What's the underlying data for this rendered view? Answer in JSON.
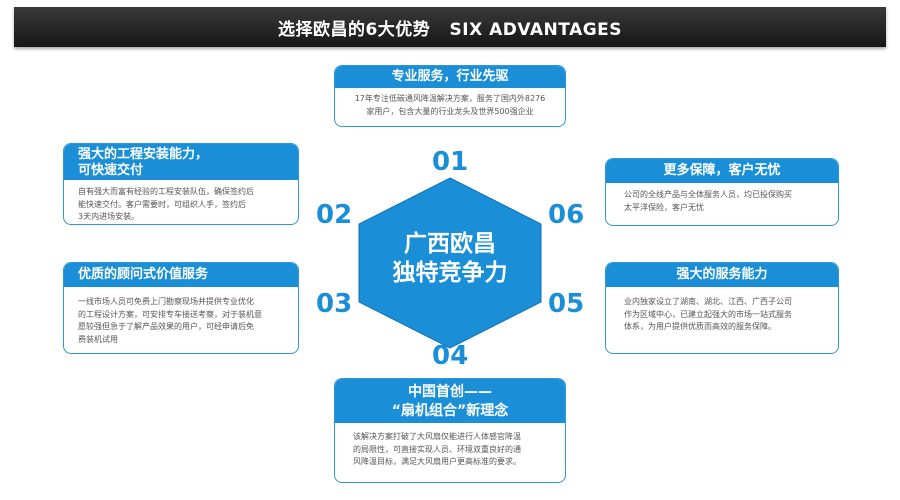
{
  "header": {
    "title": "选择欧昌的6大优势   SIX ADVANTAGES"
  },
  "center": {
    "line1": "广西欧昌",
    "line2": "独特竞争力"
  },
  "numbers": [
    "01",
    "02",
    "03",
    "04",
    "05",
    "06"
  ],
  "cards": {
    "c01": {
      "title": "专业服务，行业先驱",
      "body": [
        "17年专注低碳通风降温解决方案，服务了国内外8276",
        "家用户，包含大量的行业龙头及世界500强企业"
      ]
    },
    "c02": {
      "title": [
        "强大的工程安装能力，",
        "可快速交付"
      ],
      "body": [
        "自有强大而富有经验的工程安装队伍，确保签约后",
        "能快速交付。客户需要时，可组织人手，签约后",
        "3天内进场安装。"
      ]
    },
    "c03": {
      "title": "优质的顾问式价值服务",
      "body": [
        "一线市场人员可免费上门勘察现场并提供专业优化",
        "的工程设计方案，可安排专车接送考察，对于装机意",
        "愿较强但急于了解产品效果的用户，可经申请后免",
        "费装机试用"
      ]
    },
    "c04": {
      "title": [
        "中国首创——",
        "“扇机组合”新理念"
      ],
      "body": [
        "该解决方案打破了大风扇仅能进行人体感官降温",
        "的局限性，可直接实现人员、环境双重良好的通",
        "风降温目标，满足大风扇用户更高标准的要求。"
      ]
    },
    "c05": {
      "title": "强大的服务能力",
      "body": [
        "业内独家设立了湖南、湖北、江西、广西子公司",
        "作为区域中心，已建立起强大的市场一站式服务",
        "体系，为用户提供优质而高效的服务保障。"
      ]
    },
    "c06": {
      "title": "更多保障，客户无忧",
      "body": [
        "公司的全线产品与全体服务人员，均已投保购买",
        "太平洋保险，客户无忧"
      ]
    }
  },
  "colors": {
    "accent": "#1a8fd8",
    "header_bg": "#1f1f1f",
    "body_text": "#555555"
  }
}
